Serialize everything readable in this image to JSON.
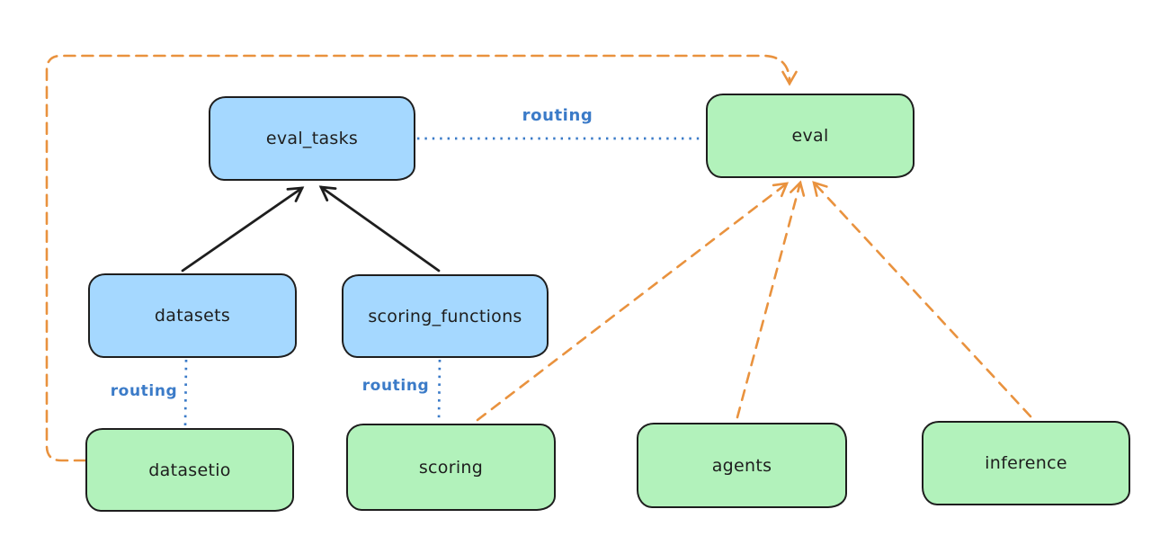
{
  "colors": {
    "background": "#ffffff",
    "api_fill": "#a5d8ff",
    "provider_fill": "#b2f2bb",
    "node_stroke": "#1e1e1e",
    "arrow_black": "#1e1e1e",
    "arrow_orange": "#e9923e",
    "routing_blue": "#3b7bc8"
  },
  "nodes": {
    "eval_tasks": {
      "label": "eval_tasks",
      "color": "blue"
    },
    "eval": {
      "label": "eval",
      "color": "green"
    },
    "datasets": {
      "label": "datasets",
      "color": "blue"
    },
    "scoring_functions": {
      "label": "scoring_functions",
      "color": "blue"
    },
    "datasetio": {
      "label": "datasetio",
      "color": "green"
    },
    "scoring": {
      "label": "scoring",
      "color": "green"
    },
    "agents": {
      "label": "agents",
      "color": "green"
    },
    "inference": {
      "label": "inference",
      "color": "green"
    }
  },
  "edge_labels": {
    "eval_tasks_eval": "routing",
    "datasets_datasetio": "routing",
    "scoring_functions_scoring": "routing"
  },
  "edges": [
    {
      "from": "datasets",
      "to": "eval_tasks",
      "style": "solid-black-arrow"
    },
    {
      "from": "scoring_functions",
      "to": "eval_tasks",
      "style": "solid-black-arrow"
    },
    {
      "from": "eval_tasks",
      "to": "eval",
      "style": "dotted-blue",
      "label": "routing"
    },
    {
      "from": "datasets",
      "to": "datasetio",
      "style": "dotted-blue",
      "label": "routing"
    },
    {
      "from": "scoring_functions",
      "to": "scoring",
      "style": "dotted-blue",
      "label": "routing"
    },
    {
      "from": "datasetio",
      "to": "eval",
      "style": "dashed-orange-arrow",
      "route": "around-left-and-top"
    },
    {
      "from": "scoring",
      "to": "eval",
      "style": "dashed-orange-arrow"
    },
    {
      "from": "agents",
      "to": "eval",
      "style": "dashed-orange-arrow"
    },
    {
      "from": "inference",
      "to": "eval",
      "style": "dashed-orange-arrow"
    }
  ]
}
